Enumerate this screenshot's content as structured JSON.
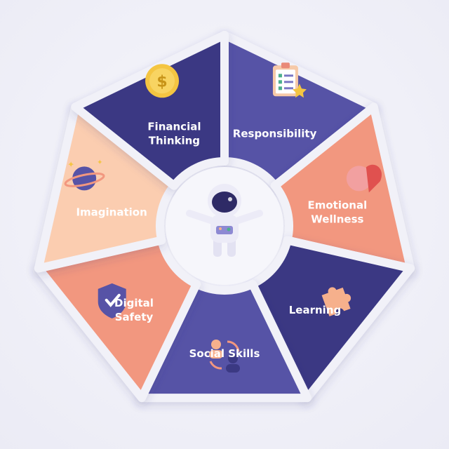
{
  "segments": [
    {
      "label": [
        "Responsibility"
      ],
      "color": "#5753a6",
      "icon": "clipboard-checklist-star-icon"
    },
    {
      "label": [
        "Emotional",
        "Wellness"
      ],
      "color": "#f2977f",
      "icon": "brain-heart-icon"
    },
    {
      "label": [
        "Learning"
      ],
      "color": "#3b3983",
      "icon": "puzzle-piece-icon"
    },
    {
      "label": [
        "Social Skills"
      ],
      "color": "#5753a6",
      "icon": "people-exchange-icon"
    },
    {
      "label": [
        "Digital",
        "Safety"
      ],
      "color": "#f2977f",
      "icon": "shield-check-icon"
    },
    {
      "label": [
        "Imagination"
      ],
      "color": "#fbcdb0",
      "icon": "planet-icon"
    },
    {
      "label": [
        "Financial",
        "Thinking"
      ],
      "color": "#3b3983",
      "icon": "dollar-coin-icon"
    }
  ],
  "center": {
    "icon": "astronaut-icon"
  }
}
